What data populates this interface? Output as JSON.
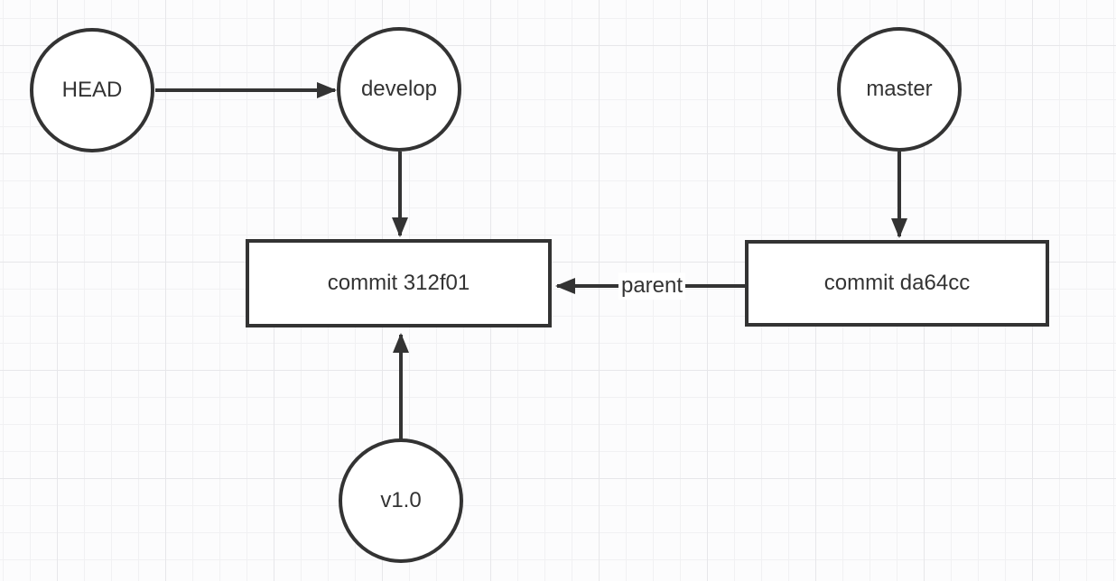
{
  "diagram": {
    "type": "git-references-diagram",
    "nodes": {
      "head": {
        "label": "HEAD",
        "shape": "ellipse"
      },
      "develop": {
        "label": "develop",
        "shape": "ellipse"
      },
      "master": {
        "label": "master",
        "shape": "ellipse"
      },
      "commit_312f01": {
        "label": "commit 312f01",
        "shape": "rectangle"
      },
      "commit_da64cc": {
        "label": "commit da64cc",
        "shape": "rectangle"
      },
      "v1_0": {
        "label": "v1.0",
        "shape": "ellipse"
      }
    },
    "edges": [
      {
        "from": "HEAD",
        "to": "develop",
        "label": ""
      },
      {
        "from": "develop",
        "to": "commit 312f01",
        "label": ""
      },
      {
        "from": "master",
        "to": "commit da64cc",
        "label": ""
      },
      {
        "from": "commit da64cc",
        "to": "commit 312f01",
        "label": "parent"
      },
      {
        "from": "v1.0",
        "to": "commit 312f01",
        "label": ""
      }
    ],
    "colors": {
      "stroke": "#333333",
      "text": "#333333",
      "node_fill": "#ffffff",
      "background": "#fcfcfd",
      "grid_minor": "#f1f1f3",
      "grid_major": "#e7e7ea"
    }
  }
}
